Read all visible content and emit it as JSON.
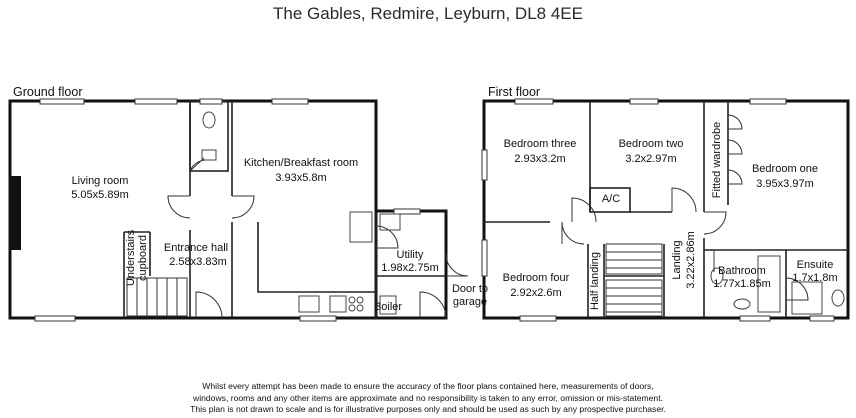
{
  "title": "The Gables, Redmire, Leyburn, DL8 4EE",
  "ground_floor": {
    "heading": "Ground floor",
    "rooms": [
      {
        "name": "Living room",
        "dims": "5.05x5.89m"
      },
      {
        "name": "Kitchen/Breakfast room",
        "dims": "3.93x5.8m"
      },
      {
        "name": "Entrance hall",
        "dims": "2.58x3.83m"
      },
      {
        "name": "Utility",
        "dims": "1.98x2.75m"
      },
      {
        "name": "Understairs",
        "dims": "cupboard"
      }
    ],
    "labels": {
      "boiler": "Boiler",
      "door_to_garage_1": "Door to",
      "door_to_garage_2": "garage"
    }
  },
  "first_floor": {
    "heading": "First floor",
    "rooms": [
      {
        "name": "Bedroom three",
        "dims": "2.93x3.2m"
      },
      {
        "name": "Bedroom two",
        "dims": "3.2x2.97m"
      },
      {
        "name": "Bedroom one",
        "dims": "3.95x3.97m"
      },
      {
        "name": "Bedroom four",
        "dims": "2.92x2.6m"
      },
      {
        "name": "Bathroom",
        "dims": "1.77x1.85m"
      },
      {
        "name": "Ensuite",
        "dims": "1.7x1.8m"
      },
      {
        "name": "Landing",
        "dims": "3.22x2.86m"
      }
    ],
    "labels": {
      "ac": "A/C",
      "fitted_wardrobe": "Fitted wardrobe",
      "half_landing": "Half landing"
    }
  },
  "disclaimer": [
    "Whilst every attempt has been made to ensure the accuracy of the floor plans contained here, measurements of doors,",
    "windows, rooms and any other items are approximate and no responsibility is taken to any error, omission or mis-statement.",
    "This plan is not drawn to scale and is for illustrative purposes only and should be used as such by any prospective purchaser."
  ]
}
